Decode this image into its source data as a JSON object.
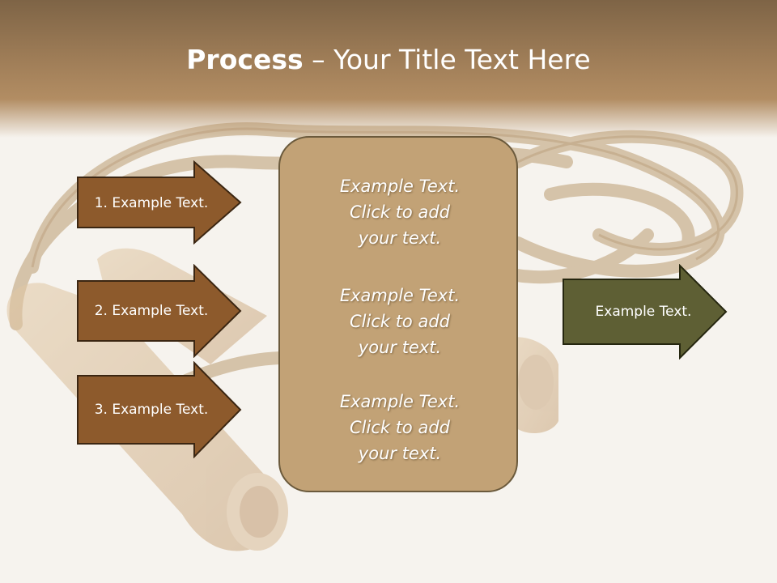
{
  "title": {
    "bold": "Process",
    "rest": " – Your Title Text Here"
  },
  "left_arrows": [
    {
      "label": "1. Example Text."
    },
    {
      "label": "2. Example Text."
    },
    {
      "label": "3. Example Text."
    }
  ],
  "center_box": {
    "paragraphs": [
      {
        "line1": "Example Text.",
        "line2": "Click  to add",
        "line3": "your text."
      },
      {
        "line1": "Example Text.",
        "line2": "Click  to add",
        "line3": "your text."
      },
      {
        "line1": "Example Text.",
        "line2": "Click  to add",
        "line3": "your text."
      }
    ]
  },
  "right_arrow": {
    "label": "Example Text."
  },
  "colors": {
    "left_arrow_fill": "#8d5a2c",
    "right_arrow_fill": "#5e5f34",
    "center_box_fill": "#c2a276",
    "title_bar": "#9c7a55"
  }
}
